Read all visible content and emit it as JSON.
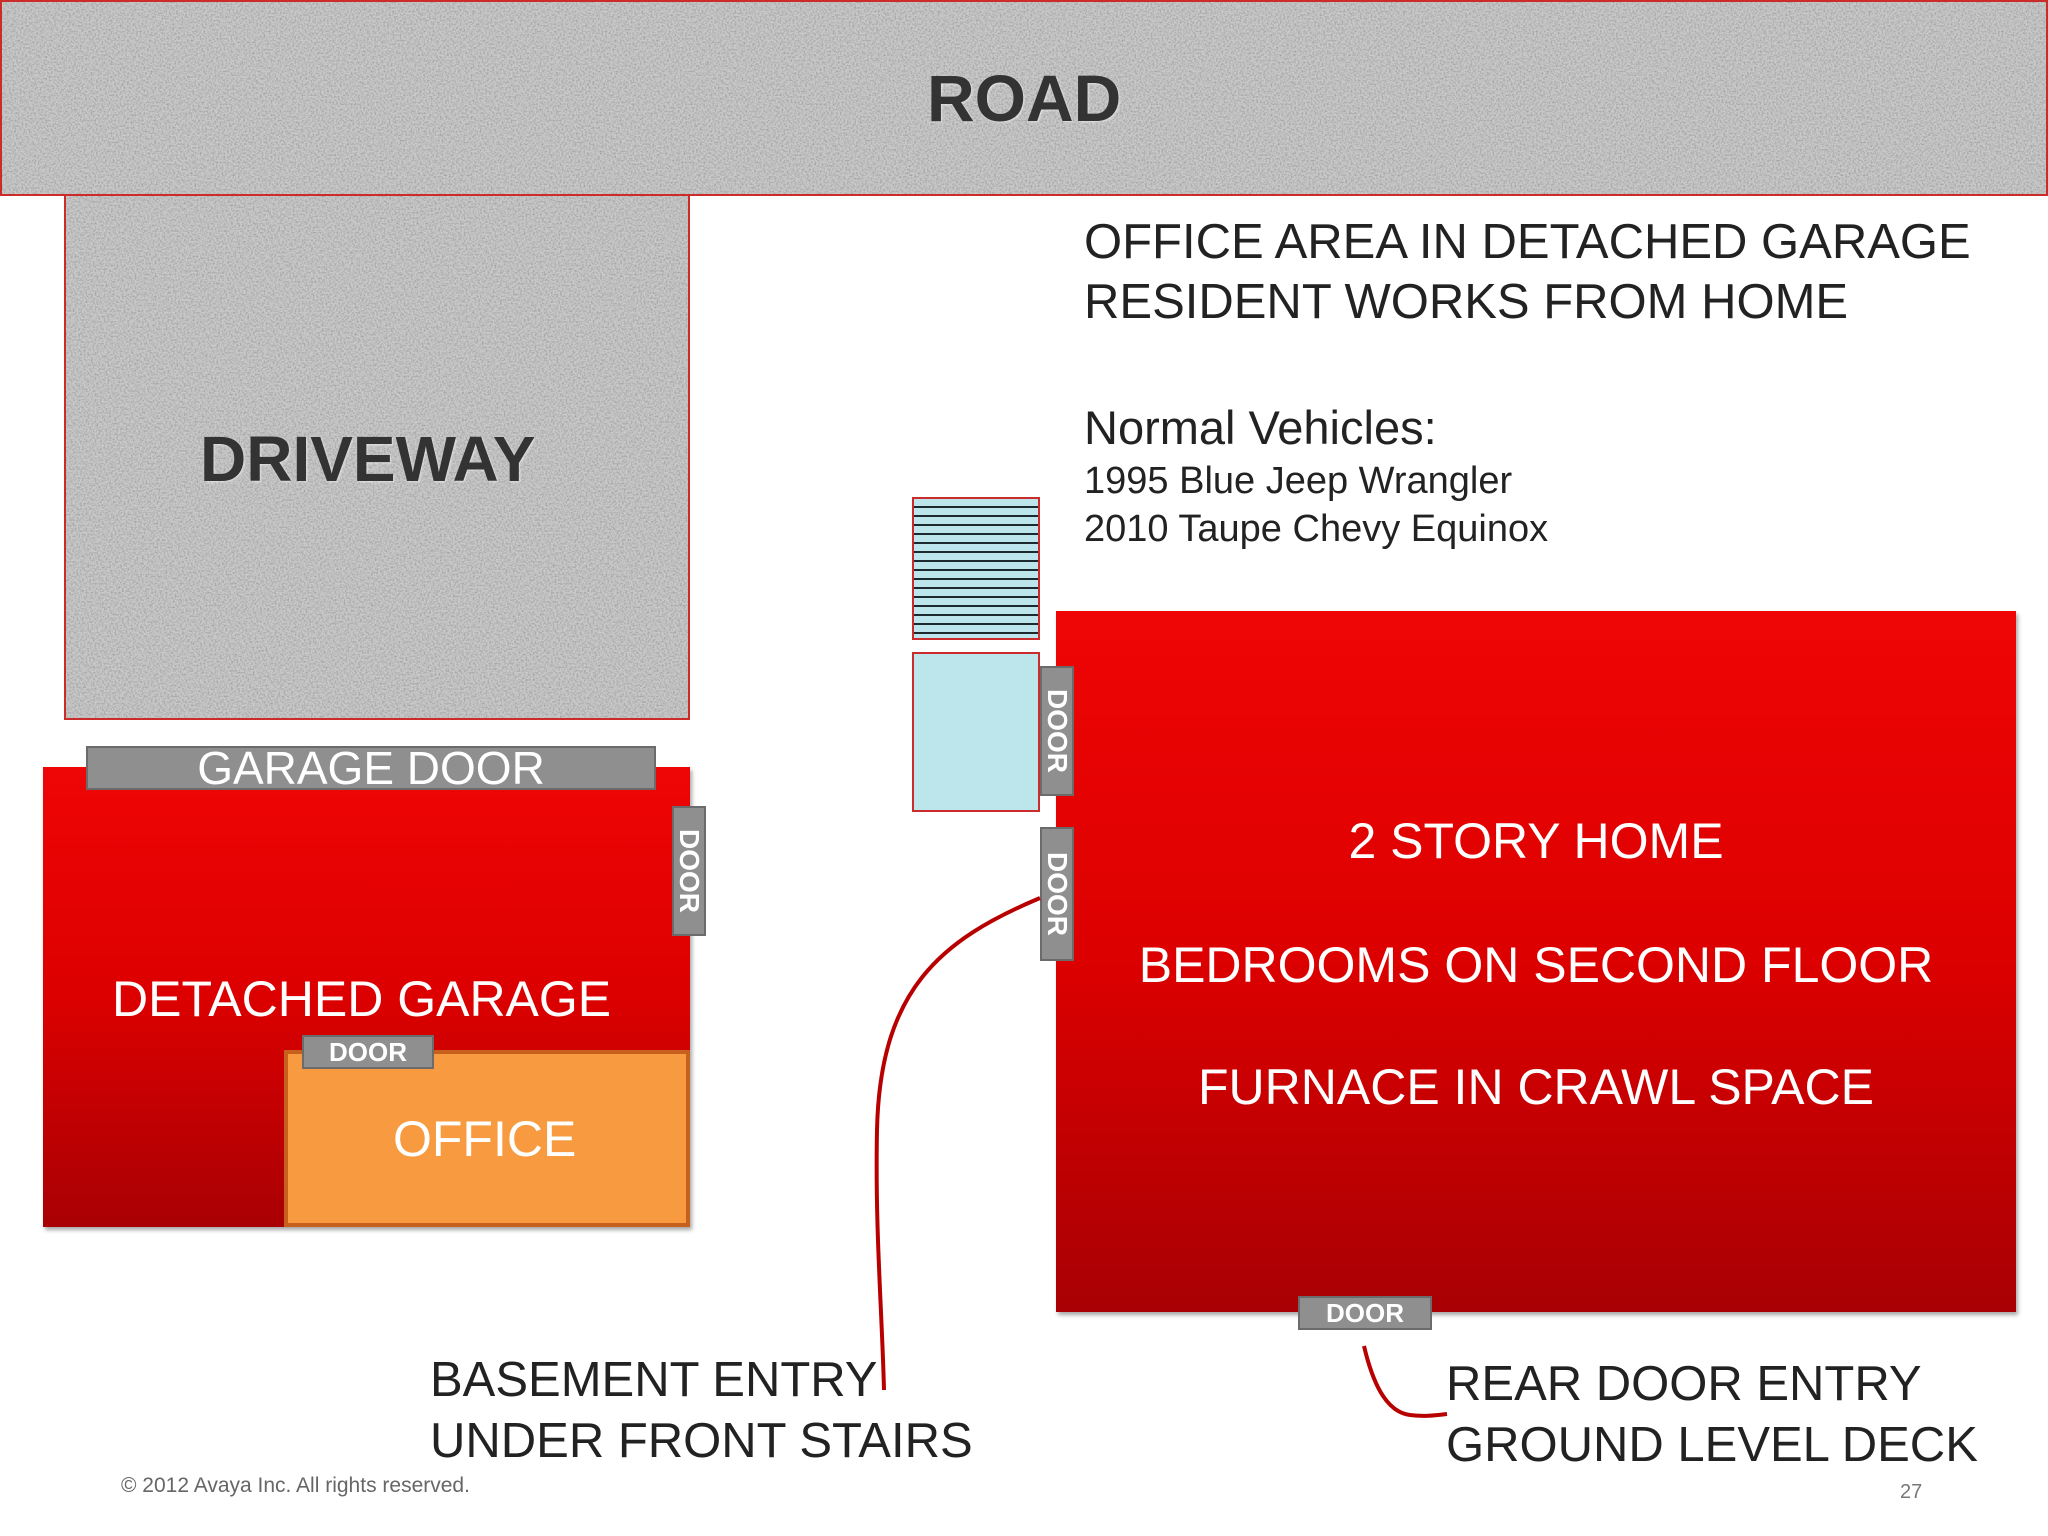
{
  "road": {
    "label": "ROAD"
  },
  "driveway": {
    "label": "DRIVEWAY"
  },
  "info": {
    "line1": "OFFICE AREA IN DETACHED GARAGE",
    "line2": "RESIDENT WORKS FROM HOME",
    "vehicles_heading": "Normal Vehicles:",
    "vehicle1": "1995 Blue Jeep Wrangler",
    "vehicle2": "2010 Taupe Chevy Equinox"
  },
  "garage": {
    "door_label": "GARAGE DOOR",
    "side_door": "DOOR",
    "label": "DETACHED GARAGE",
    "office_door": "DOOR",
    "office_label": "OFFICE"
  },
  "home": {
    "line1": "2 STORY HOME",
    "line2": "BEDROOMS ON SECOND FLOOR",
    "line3": "FURNACE IN CRAWL SPACE",
    "front_door_upper": "DOOR",
    "front_door_lower": "DOOR",
    "rear_door": "DOOR"
  },
  "callouts": {
    "basement_line1": "BASEMENT ENTRY",
    "basement_line2": "UNDER FRONT STAIRS",
    "rear_line1": "REAR DOOR ENTRY",
    "rear_line2": "GROUND LEVEL DECK"
  },
  "footer": {
    "copyright": "© 2012 Avaya Inc. All rights reserved.",
    "page_number": "27"
  },
  "colors": {
    "building_red": "#dc0000",
    "office_orange": "#f79a40",
    "porch_blue": "#bde6ec",
    "door_gray": "#8f8f8f",
    "path_red": "#b80000"
  }
}
